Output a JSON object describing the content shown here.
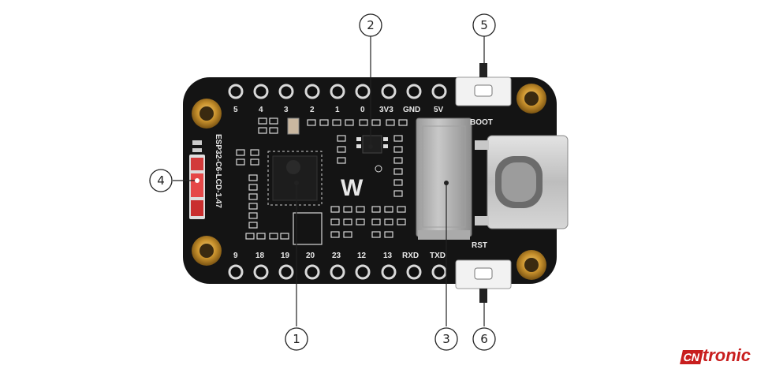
{
  "board": {
    "name_label": "ESP32-C6-LCD-1.47",
    "top_pins": [
      "5",
      "4",
      "3",
      "2",
      "1",
      "0",
      "3V3",
      "GND",
      "5V"
    ],
    "bottom_pins": [
      "9",
      "18",
      "19",
      "20",
      "23",
      "12",
      "13",
      "RXD",
      "TXD"
    ],
    "boot_label": "BOOT",
    "rst_label": "RST",
    "brand_mark": "W"
  },
  "callouts": [
    "1",
    "2",
    "3",
    "4",
    "5",
    "6"
  ],
  "watermark": {
    "cn": "CN",
    "tronic": "tronic"
  }
}
